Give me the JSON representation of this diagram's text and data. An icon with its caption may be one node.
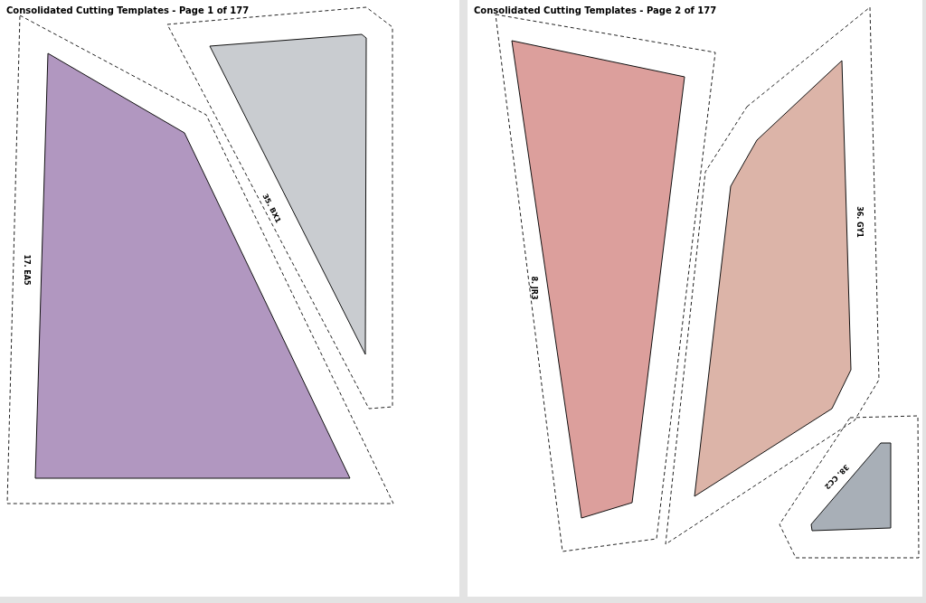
{
  "diagram": {
    "nodes": [
      {
        "text": [
          "Consolidated Cutting Templates - Page 1 of 177"
        ]
      },
      {
        "text": [
          "17. EA5"
        ],
        "in": 0
      },
      {
        "text": [
          "35. BX1"
        ],
        "in": 0
      },
      {
        "text": [
          "Consolidated Cutting Templates - Page 2 of 177"
        ]
      },
      {
        "text": [
          "8. JR3"
        ],
        "in": 3
      },
      {
        "text": [
          "36. GY1"
        ],
        "in": 3
      },
      {
        "text": [
          "38. CC2"
        ],
        "in": 3
      }
    ]
  }
}
